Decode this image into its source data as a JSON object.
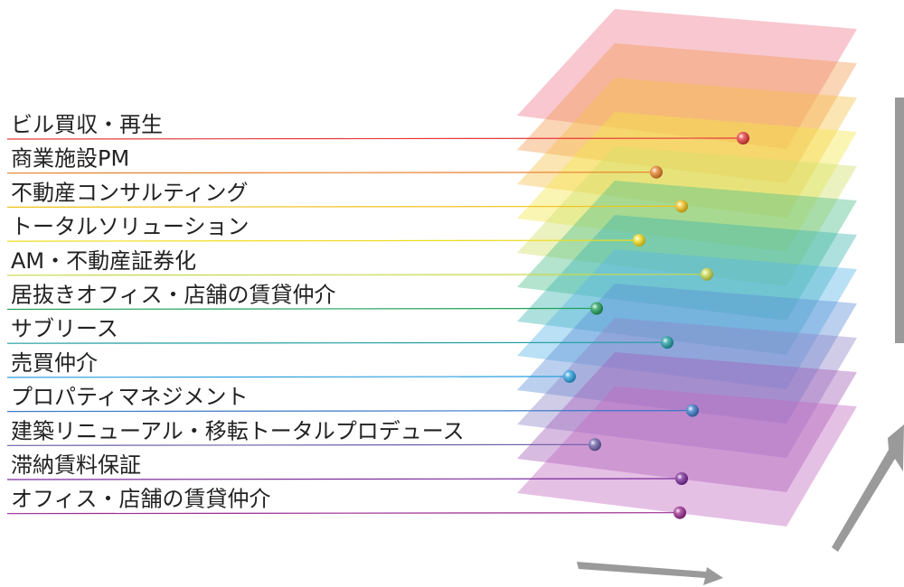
{
  "layers": [
    {
      "label": "ビル買収・再生",
      "color": "#ee7a8c",
      "ball": "#e63a3a"
    },
    {
      "label": "商業施設PM",
      "color": "#f39a52",
      "ball": "#e8802a"
    },
    {
      "label": "不動産コンサルティング",
      "color": "#f6c24a",
      "ball": "#f2c21a"
    },
    {
      "label": "トータルソリューション",
      "color": "#f4e84a",
      "ball": "#f0dc1a"
    },
    {
      "label": "AM・不動産証券化",
      "color": "#cfe06a",
      "ball": "#c8d94a"
    },
    {
      "label": "居抜きオフィス・店舗の賃貸仲介",
      "color": "#4cbf8a",
      "ball": "#21a05a"
    },
    {
      "label": "サブリース",
      "color": "#3db6b0",
      "ball": "#1f9ea0"
    },
    {
      "label": "売買仲介",
      "color": "#5bb6e8",
      "ball": "#2a9fe0"
    },
    {
      "label": "プロパティマネジメント",
      "color": "#5a8fd6",
      "ball": "#3a78c8"
    },
    {
      "label": "建築リニューアル・移転トータルプロデュース",
      "color": "#8f86c8",
      "ball": "#6c5fa8"
    },
    {
      "label": "滞納賃料保証",
      "color": "#a25cb8",
      "ball": "#7a2a9a"
    },
    {
      "label": "オフィス・店舗の賃貸仲介",
      "color": "#c06ac0",
      "ball": "#9a2a90"
    }
  ]
}
